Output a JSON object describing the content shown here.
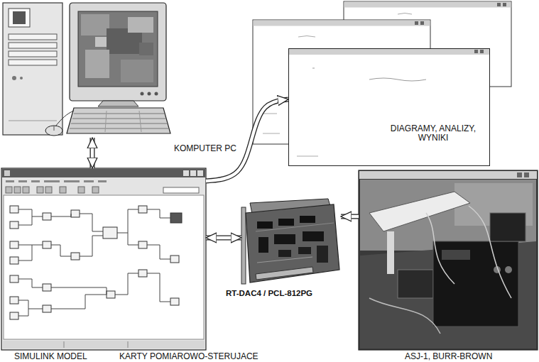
{
  "diagram": {
    "nodes": [
      {
        "text": [
          "KOMPUTER PC"
        ]
      },
      {
        "text": [
          "DIAGRAMY, ANALIZY, WYNIKI"
        ]
      },
      {
        "text": [
          "SIMULINK MODEL"
        ]
      },
      {
        "text": [
          "RT-DAC4 / PCL-812PG",
          "KARTY POMIAROWO-STERUJACE"
        ]
      },
      {
        "text": [
          "ASJ-1, BURR-BROWN"
        ]
      }
    ],
    "edges": [
      {
        "from": 0,
        "to": 2,
        "arrow": "both"
      },
      {
        "from": 2,
        "to": 1,
        "arrow": "to"
      },
      {
        "from": 2,
        "to": 3,
        "arrow": "both"
      },
      {
        "from": 4,
        "to": 3,
        "arrow": "to"
      }
    ]
  }
}
